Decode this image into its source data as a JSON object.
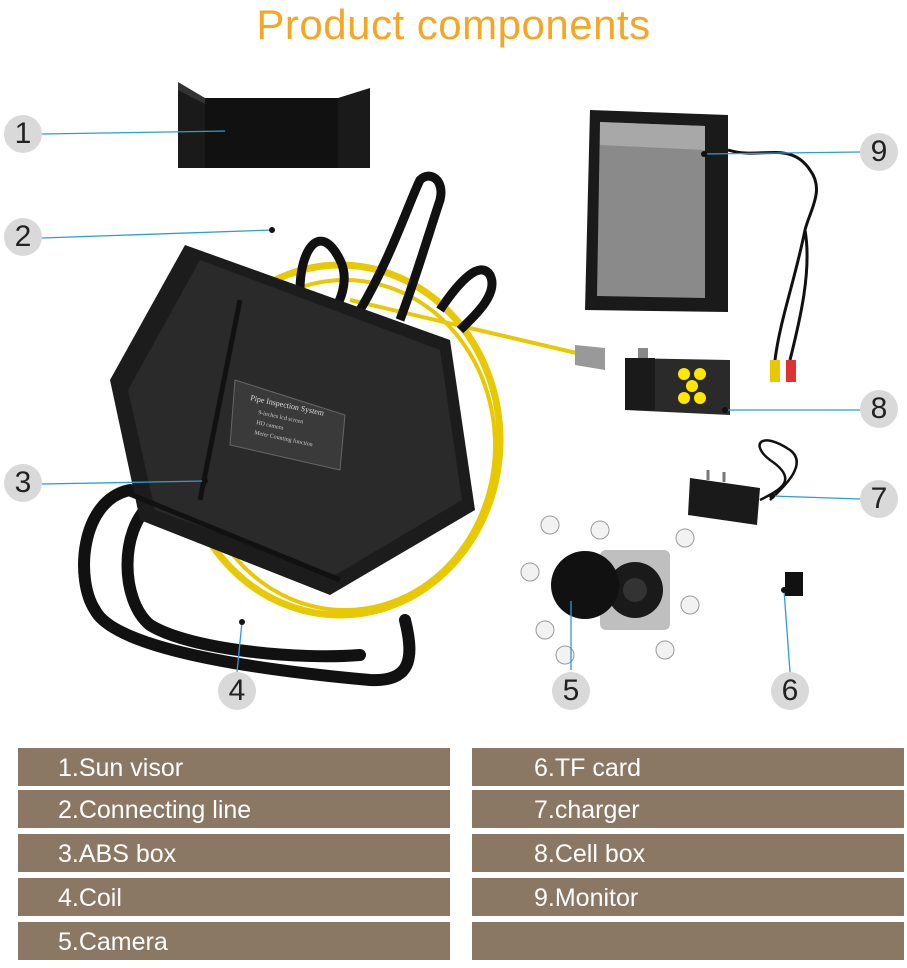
{
  "title": "Product components",
  "callouts": [
    "1",
    "2",
    "3",
    "4",
    "5",
    "6",
    "7",
    "8",
    "9"
  ],
  "case_label": {
    "line1": "Pipe Inspection System",
    "line2": "9-inches lcd screen",
    "line3": "HD camera",
    "line4": "Meter Counting function"
  },
  "legend": {
    "left": [
      "1.Sun visor",
      "2.Connecting line",
      "3.ABS box",
      "4.Coil",
      "5.Camera"
    ],
    "right": [
      "6.TF card",
      "7.charger",
      "8.Cell box",
      "9.Monitor",
      ""
    ]
  },
  "colors": {
    "title": "#F5A623",
    "legend_bg": "#8B7864",
    "cable": "#E8C800",
    "callout_line": "#2E9BD6"
  }
}
